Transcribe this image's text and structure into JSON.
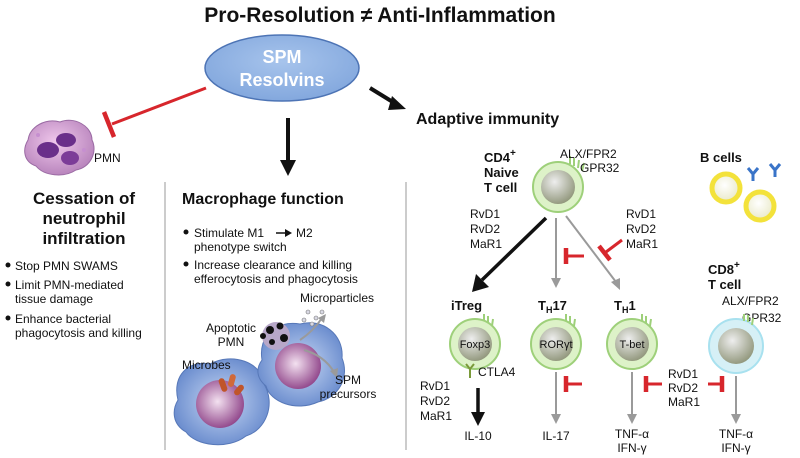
{
  "title": "Pro-Resolution ≠ Anti-Inflammation",
  "center": {
    "line1": "SPM",
    "line2": "Resolvins"
  },
  "left": {
    "cell_label": "PMN",
    "heading": [
      "Cessation of",
      "neutrophil",
      "infiltration"
    ],
    "bullets": [
      [
        "Stop PMN SWAMS"
      ],
      [
        "Limit PMN-mediated",
        "tissue damage"
      ],
      [
        "Enhance bacterial",
        "phagocytosis and killing"
      ]
    ]
  },
  "middle": {
    "heading": "Macrophage function",
    "bullet1": {
      "before": "Stimulate M1",
      "after": "M2",
      "line2": "phenotype switch"
    },
    "bullet2": [
      "Increase clearance and killing",
      "efferocytosis and phagocytosis"
    ],
    "labels": {
      "microparticles": "Microparticles",
      "apoptotic": [
        "Apoptotic",
        "PMN"
      ],
      "microbes": "Microbes",
      "spm_precursors": [
        "SPM",
        "precursors"
      ]
    }
  },
  "right": {
    "heading": "Adaptive immunity",
    "naive": {
      "name": "CD4",
      "sup": "+",
      "line2": "Naive",
      "line3": "T cell"
    },
    "receptors_top": [
      "ALX/FPR2",
      "GPR32"
    ],
    "b_cells": "B cells",
    "mediators_black": [
      "RvD1",
      "RvD2",
      "MaR1"
    ],
    "mediators_red": [
      "RvD1",
      "RvD2",
      "MaR1"
    ],
    "itreg": {
      "label": "iTreg",
      "marker": "Foxp3",
      "receptor": "CTLA4",
      "mediators": [
        "RvD1",
        "RvD2",
        "MaR1"
      ],
      "output": "IL-10"
    },
    "th17": {
      "main": "T",
      "sub": "H",
      "suffix": "17",
      "marker": "RORγt",
      "output": "IL-17"
    },
    "th1": {
      "main": "T",
      "sub": "H",
      "suffix": "1",
      "marker": "T-bet",
      "output": [
        "TNF-α",
        "IFN-γ"
      ]
    },
    "mediators_th1": [
      "RvD1",
      "RvD2",
      "MaR1"
    ],
    "cd8": {
      "name": "CD8",
      "sup": "+",
      "line2": "T cell",
      "receptors": [
        "ALX/FPR2",
        "GPR32"
      ],
      "output": [
        "TNF-α",
        "IFN-γ"
      ]
    }
  },
  "colors": {
    "ellipse_fill": "#8fb3e3",
    "inhibit_red": "#d7262c",
    "red_text": "#d7262c",
    "purple_text": "#5a1fa0",
    "gray_arrow": "#9a9a9a",
    "green_text": "#7a9a3a",
    "tcell_ring": "#b9e19a",
    "cd8_ring": "#a8e1ef",
    "bcell": "#f3e23b"
  }
}
